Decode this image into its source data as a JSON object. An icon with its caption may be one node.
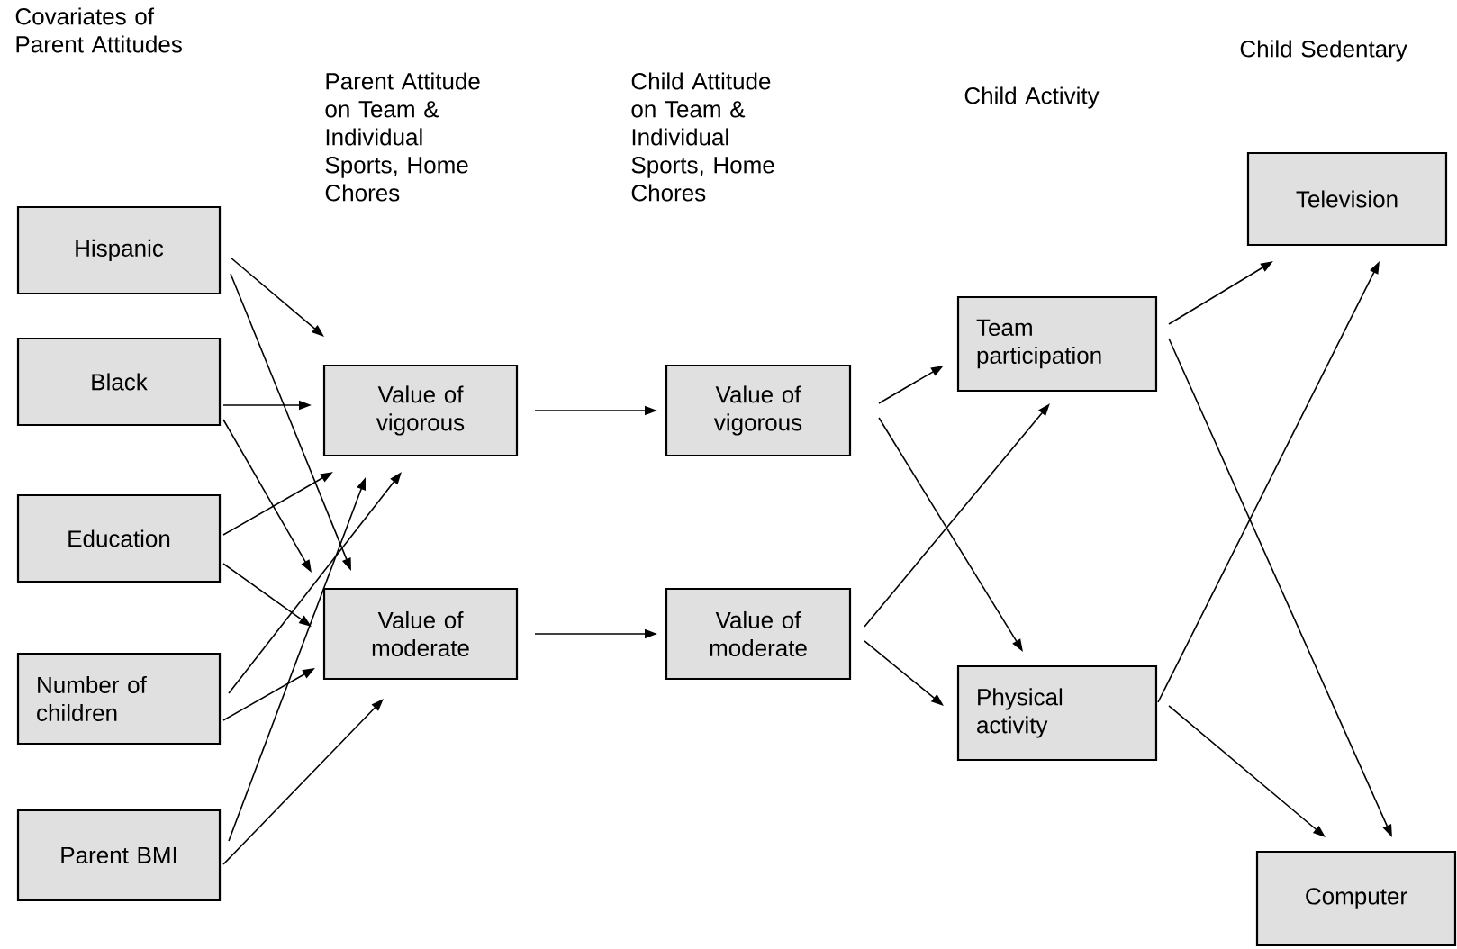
{
  "diagram": {
    "nodes": [
      {
        "text": [
          "Hispanic"
        ]
      },
      {
        "text": [
          "Black"
        ]
      },
      {
        "text": [
          "Education"
        ]
      },
      {
        "text": [
          "Number of children"
        ]
      },
      {
        "text": [
          "Parent BMI"
        ]
      },
      {
        "text": [
          "Value of vigorous"
        ]
      },
      {
        "text": [
          "Value of moderate"
        ]
      },
      {
        "text": [
          "Value of vigorous"
        ]
      },
      {
        "text": [
          "Value of moderate"
        ]
      },
      {
        "text": [
          "Team participation"
        ]
      },
      {
        "text": [
          "Physical activity"
        ]
      },
      {
        "text": [
          "Television"
        ]
      },
      {
        "text": [
          "Computer"
        ]
      }
    ],
    "edges": [
      {
        "from": 0,
        "to": 5,
        "arrow": "to"
      },
      {
        "from": 0,
        "to": 6,
        "arrow": "to"
      },
      {
        "from": 1,
        "to": 5,
        "arrow": "to"
      },
      {
        "from": 1,
        "to": 6,
        "arrow": "to"
      },
      {
        "from": 2,
        "to": 5,
        "arrow": "to"
      },
      {
        "from": 2,
        "to": 6,
        "arrow": "to"
      },
      {
        "from": 3,
        "to": 5,
        "arrow": "to"
      },
      {
        "from": 3,
        "to": 6,
        "arrow": "to"
      },
      {
        "from": 4,
        "to": 5,
        "arrow": "to"
      },
      {
        "from": 4,
        "to": 6,
        "arrow": "to"
      },
      {
        "from": 5,
        "to": 7,
        "arrow": "to"
      },
      {
        "from": 6,
        "to": 8,
        "arrow": "to"
      },
      {
        "from": 7,
        "to": 9,
        "arrow": "to"
      },
      {
        "from": 7,
        "to": 10,
        "arrow": "to"
      },
      {
        "from": 8,
        "to": 9,
        "arrow": "to"
      },
      {
        "from": 8,
        "to": 10,
        "arrow": "to"
      },
      {
        "from": 9,
        "to": 11,
        "arrow": "to"
      },
      {
        "from": 9,
        "to": 12,
        "arrow": "to"
      },
      {
        "from": 10,
        "to": 11,
        "arrow": "to"
      },
      {
        "from": 10,
        "to": 12,
        "arrow": "to"
      }
    ],
    "labels": [
      "Covariates of Parent Attitudes",
      "Parent Attitude on Team & Individual Sports, Home Chores",
      "Child Attitude on Team & Individual Sports, Home Chores",
      "Child Activity",
      "Child Sedentary"
    ]
  }
}
